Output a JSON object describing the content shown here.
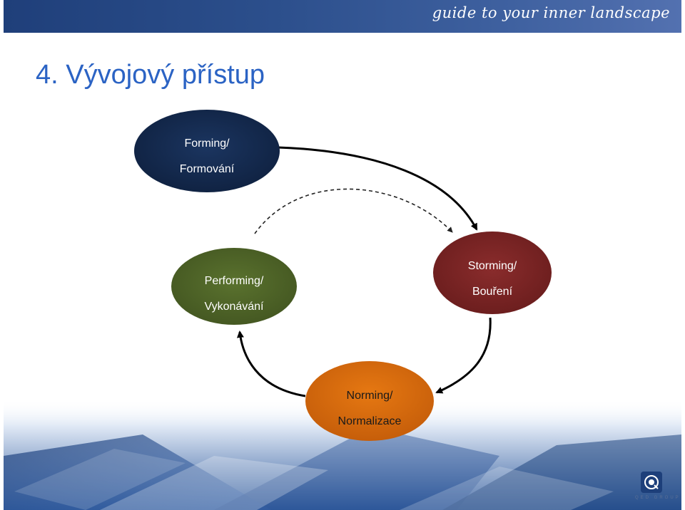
{
  "slide": {
    "banner_script": "guide to your inner landscape",
    "title": "4. Vývojový přístup",
    "logo_text": "QED GROUP"
  },
  "stages": {
    "forming": {
      "line1": "Forming/",
      "line2": "Formování",
      "color": "#14294b"
    },
    "storming": {
      "line1": "Storming/",
      "line2": "Bouření",
      "color": "#7a2424"
    },
    "norming": {
      "line1": "Norming/",
      "line2": "Normalizace",
      "color": "#d86a0e"
    },
    "performing": {
      "line1": "Performing/",
      "line2": "Vykonávání",
      "color": "#4e6427"
    }
  },
  "colors": {
    "title": "#2b63c4",
    "banner": "#2c4f8c",
    "arrow": "#000000"
  }
}
